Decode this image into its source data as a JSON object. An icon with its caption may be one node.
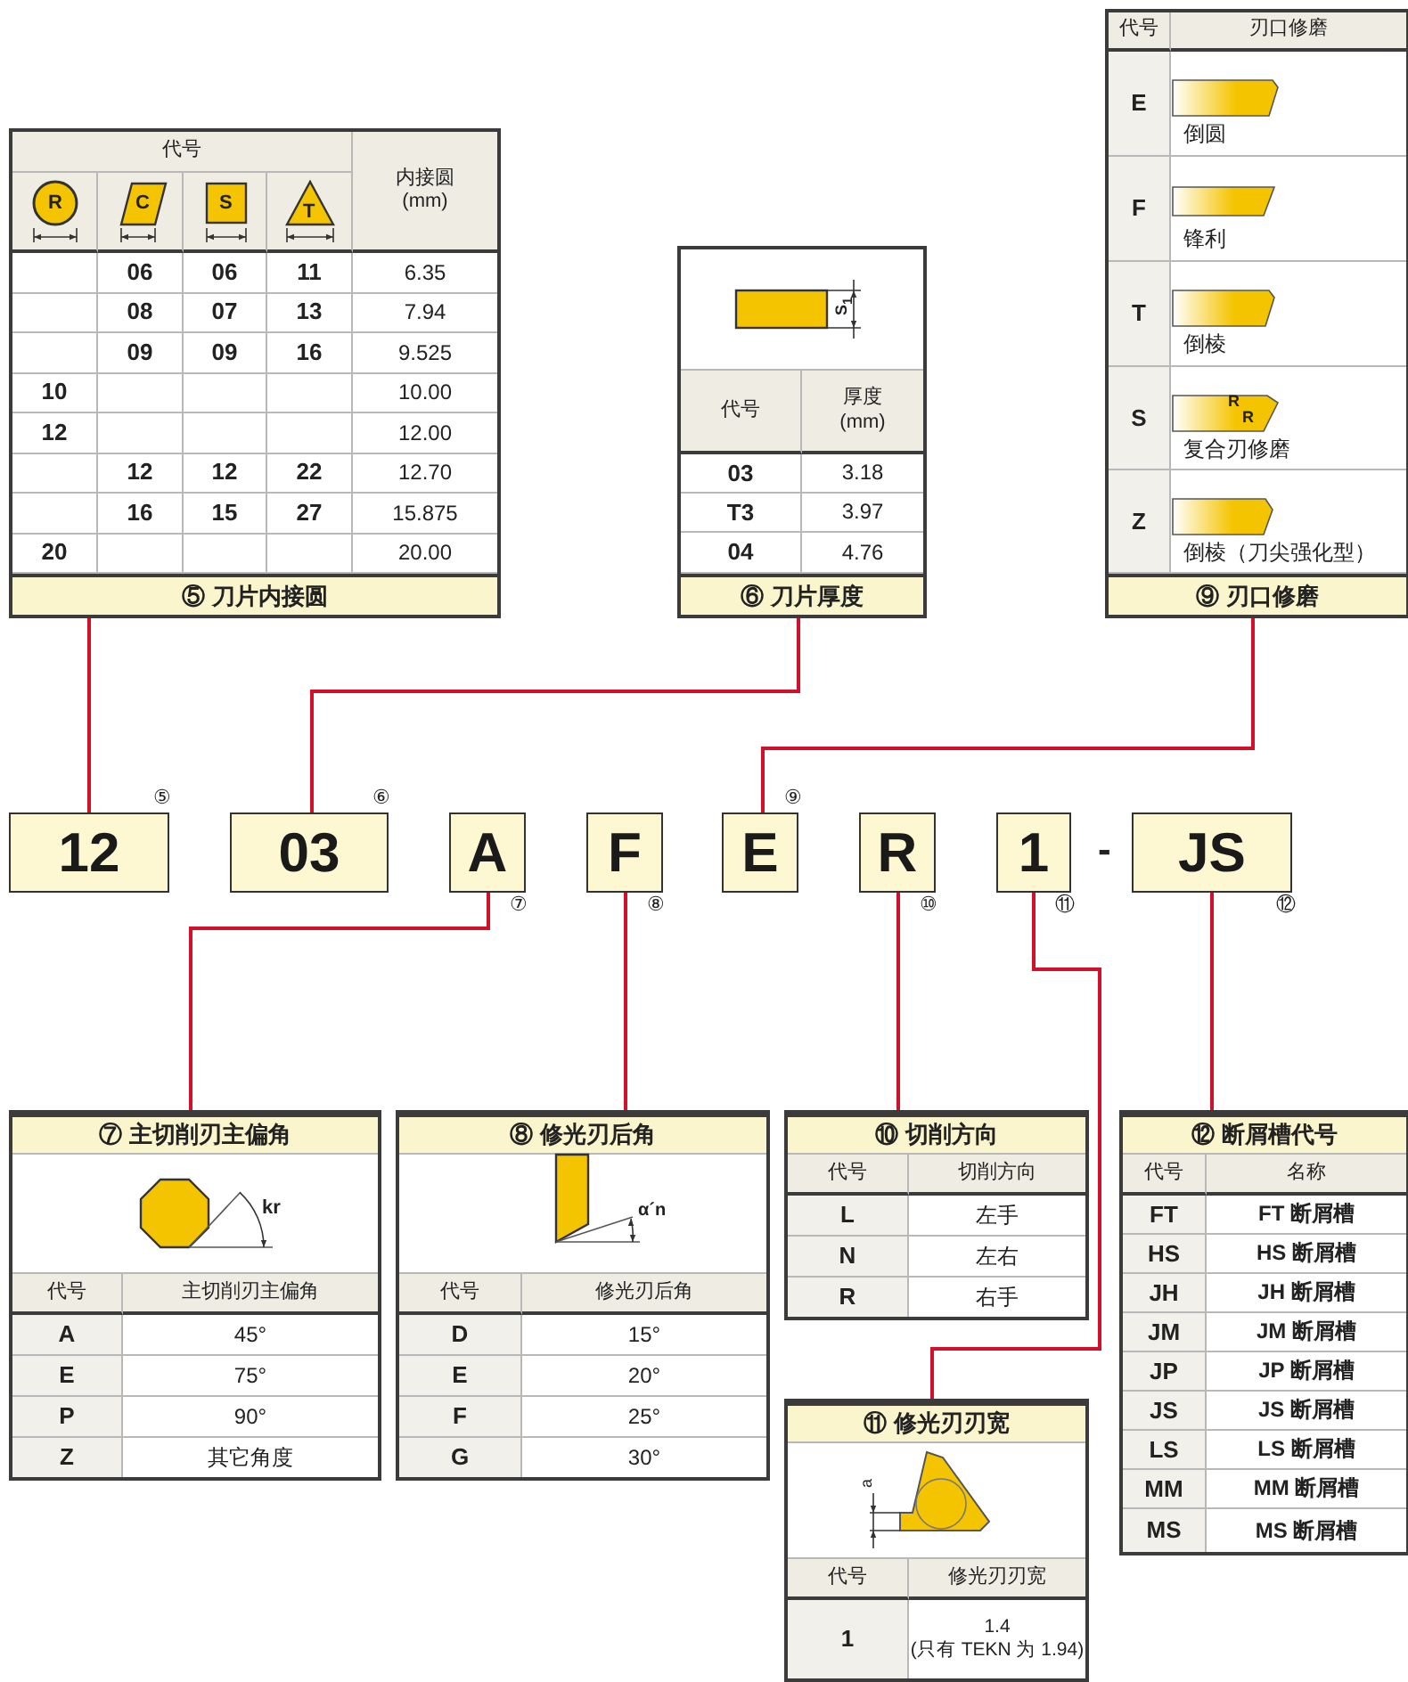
{
  "diagram": {
    "nodes": [
      {
        "text": [
          "代号",
          "R",
          "C",
          "S",
          "T",
          "内接圆 (mm)",
          "06",
          "06",
          "11",
          "6.35",
          "08",
          "07",
          "13",
          "7.94",
          "09",
          "09",
          "16",
          "9.525",
          "10",
          "10.00",
          "12",
          "12.00",
          "12",
          "12",
          "22",
          "12.70",
          "16",
          "15",
          "27",
          "15.875",
          "20",
          "20.00",
          "⑤ 刀片内接圆"
        ]
      },
      {
        "text": [
          "S$_{1}$",
          "代号",
          "厚度 (mm)",
          "03",
          "3.18",
          "T3",
          "3.97",
          "04",
          "4.76",
          "⑥ 刀片厚度"
        ]
      },
      {
        "text": [
          "代号",
          "刃口修磨",
          "E",
          "倒圆",
          "F",
          "锋利",
          "T",
          "倒棱",
          "S",
          "R",
          "R",
          "复合刃修磨",
          "Z",
          "倒棱（刀尖强化型）",
          "⑨ 刃口修磨"
        ]
      },
      {
        "text": [
          "12"
        ],
        "beside": [
          "⑤"
        ]
      },
      {
        "text": [
          "03"
        ],
        "beside": [
          "⑥"
        ]
      },
      {
        "text": [
          "A"
        ],
        "beside": [
          "⑦"
        ]
      },
      {
        "text": [
          "F"
        ],
        "beside": [
          "⑧"
        ]
      },
      {
        "text": [
          "E"
        ],
        "beside": [
          "⑨"
        ]
      },
      {
        "text": [
          "R"
        ],
        "beside": [
          "⑩"
        ]
      },
      {
        "text": [
          "1"
        ],
        "beside": [
          "⑪"
        ]
      },
      {
        "text": [
          "JS"
        ],
        "beside": [
          "⑫"
        ]
      },
      {
        "text": [
          "⑦ 主切削刃主偏角",
          "kr",
          "代号",
          "主切削刃主偏角",
          "A",
          "45°",
          "E",
          "75°",
          "P",
          "90°",
          "Z",
          "其它角度"
        ]
      },
      {
        "text": [
          "⑧ 修光刃后角",
          "α´n",
          "代号",
          "修光刃后角",
          "D",
          "15°",
          "E",
          "20°",
          "F",
          "25°",
          "G",
          "30°"
        ]
      },
      {
        "text": [
          "⑩ 切削方向",
          "代号",
          "切削方向",
          "L",
          "左手",
          "N",
          "左右",
          "R",
          "右手"
        ]
      },
      {
        "text": [
          "⑫ 断屑槽代号",
          "代号",
          "名称",
          "FT",
          "FT 断屑槽",
          "HS",
          "HS 断屑槽",
          "JH",
          "JH 断屑槽",
          "JM",
          "JM 断屑槽",
          "JP",
          "JP 断屑槽",
          "JS",
          "JS 断屑槽",
          "LS",
          "LS 断屑槽",
          "MM",
          "MM 断屑槽",
          "MS",
          "MS 断屑槽"
        ]
      },
      {
        "text": [
          "⑪ 修光刃刃宽",
          "a",
          "代号",
          "修光刃刃宽",
          "1",
          "1.4 (只有 TEKN 为 1.94)"
        ]
      }
    ],
    "edges": [
      {
        "from": 0,
        "to": 3,
        "arrow": "none"
      },
      {
        "from": 1,
        "to": 4,
        "arrow": "none"
      },
      {
        "from": 2,
        "to": 7,
        "arrow": "none"
      },
      {
        "from": 5,
        "to": 11,
        "arrow": "none"
      },
      {
        "from": 6,
        "to": 12,
        "arrow": "none"
      },
      {
        "from": 8,
        "to": 13,
        "arrow": "none"
      },
      {
        "from": 9,
        "to": 15,
        "arrow": "none"
      },
      {
        "from": 10,
        "to": 14,
        "arrow": "none"
      }
    ],
    "labels": [
      "-"
    ]
  }
}
